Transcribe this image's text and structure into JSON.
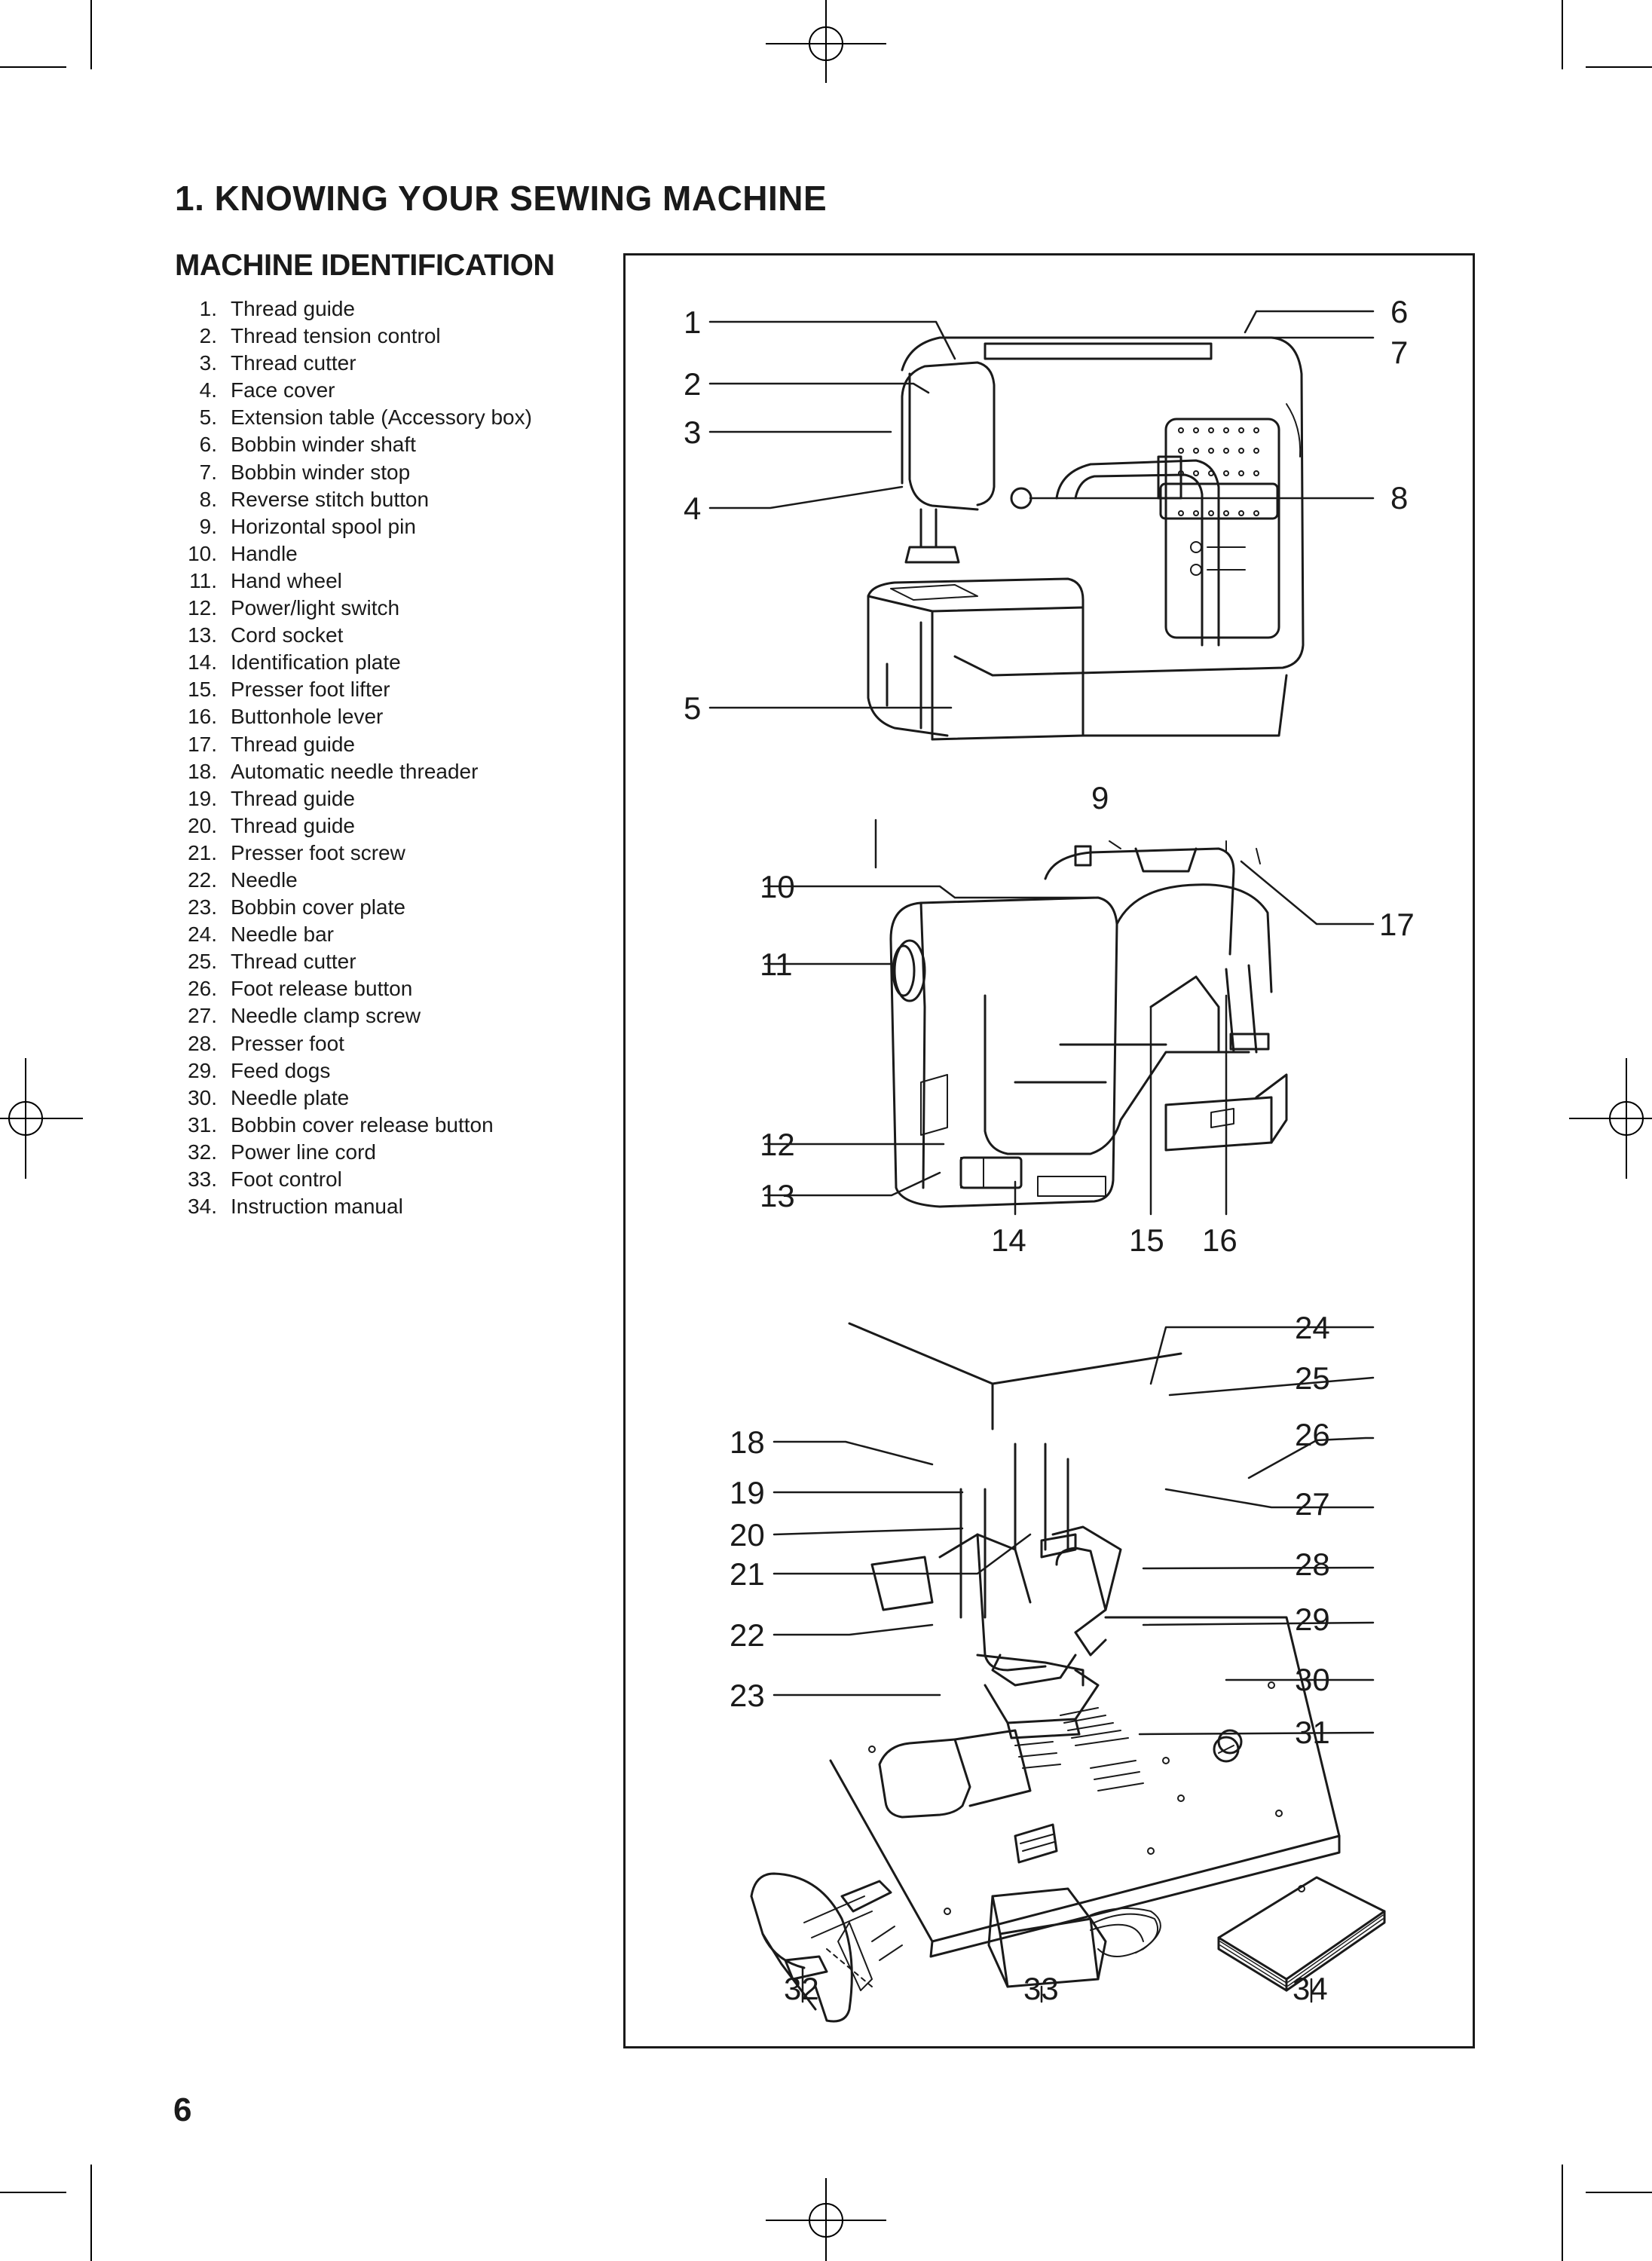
{
  "page": {
    "title": "1. KNOWING YOUR SEWING MACHINE",
    "section_title": "MACHINE IDENTIFICATION",
    "page_number": "6"
  },
  "parts": [
    {
      "num": "1.",
      "name": "Thread guide"
    },
    {
      "num": "2.",
      "name": "Thread tension control"
    },
    {
      "num": "3.",
      "name": "Thread cutter"
    },
    {
      "num": "4.",
      "name": "Face cover"
    },
    {
      "num": "5.",
      "name": "Extension table (Accessory box)"
    },
    {
      "num": "6.",
      "name": "Bobbin winder shaft"
    },
    {
      "num": "7.",
      "name": "Bobbin winder stop"
    },
    {
      "num": "8.",
      "name": "Reverse stitch button"
    },
    {
      "num": "9.",
      "name": "Horizontal spool pin"
    },
    {
      "num": "10.",
      "name": "Handle"
    },
    {
      "num": "11.",
      "name": "Hand wheel"
    },
    {
      "num": "12.",
      "name": "Power/light switch"
    },
    {
      "num": "13.",
      "name": "Cord socket"
    },
    {
      "num": "14.",
      "name": "Identification plate"
    },
    {
      "num": "15.",
      "name": "Presser foot lifter"
    },
    {
      "num": "16.",
      "name": "Buttonhole lever"
    },
    {
      "num": "17.",
      "name": "Thread guide"
    },
    {
      "num": "18.",
      "name": "Automatic needle threader"
    },
    {
      "num": "19.",
      "name": "Thread guide"
    },
    {
      "num": "20.",
      "name": "Thread guide"
    },
    {
      "num": "21.",
      "name": "Presser foot screw"
    },
    {
      "num": "22.",
      "name": "Needle"
    },
    {
      "num": "23.",
      "name": "Bobbin cover plate"
    },
    {
      "num": "24.",
      "name": "Needle bar"
    },
    {
      "num": "25.",
      "name": "Thread cutter"
    },
    {
      "num": "26.",
      "name": "Foot release button"
    },
    {
      "num": "27.",
      "name": "Needle clamp screw"
    },
    {
      "num": "28.",
      "name": "Presser foot"
    },
    {
      "num": "29.",
      "name": "Feed dogs"
    },
    {
      "num": "30.",
      "name": "Needle plate"
    },
    {
      "num": "31.",
      "name": "Bobbin cover release button"
    },
    {
      "num": "32.",
      "name": "Power line cord"
    },
    {
      "num": "33.",
      "name": "Foot control"
    },
    {
      "num": "34.",
      "name": "Instruction manual"
    }
  ],
  "callouts": [
    "1",
    "2",
    "3",
    "4",
    "5",
    "6",
    "7",
    "8",
    "9",
    "10",
    "11",
    "12",
    "13",
    "14",
    "15",
    "16",
    "17",
    "18",
    "19",
    "20",
    "21",
    "22",
    "23",
    "24",
    "25",
    "26",
    "27",
    "28",
    "29",
    "30",
    "31",
    "32",
    "33",
    "34"
  ]
}
